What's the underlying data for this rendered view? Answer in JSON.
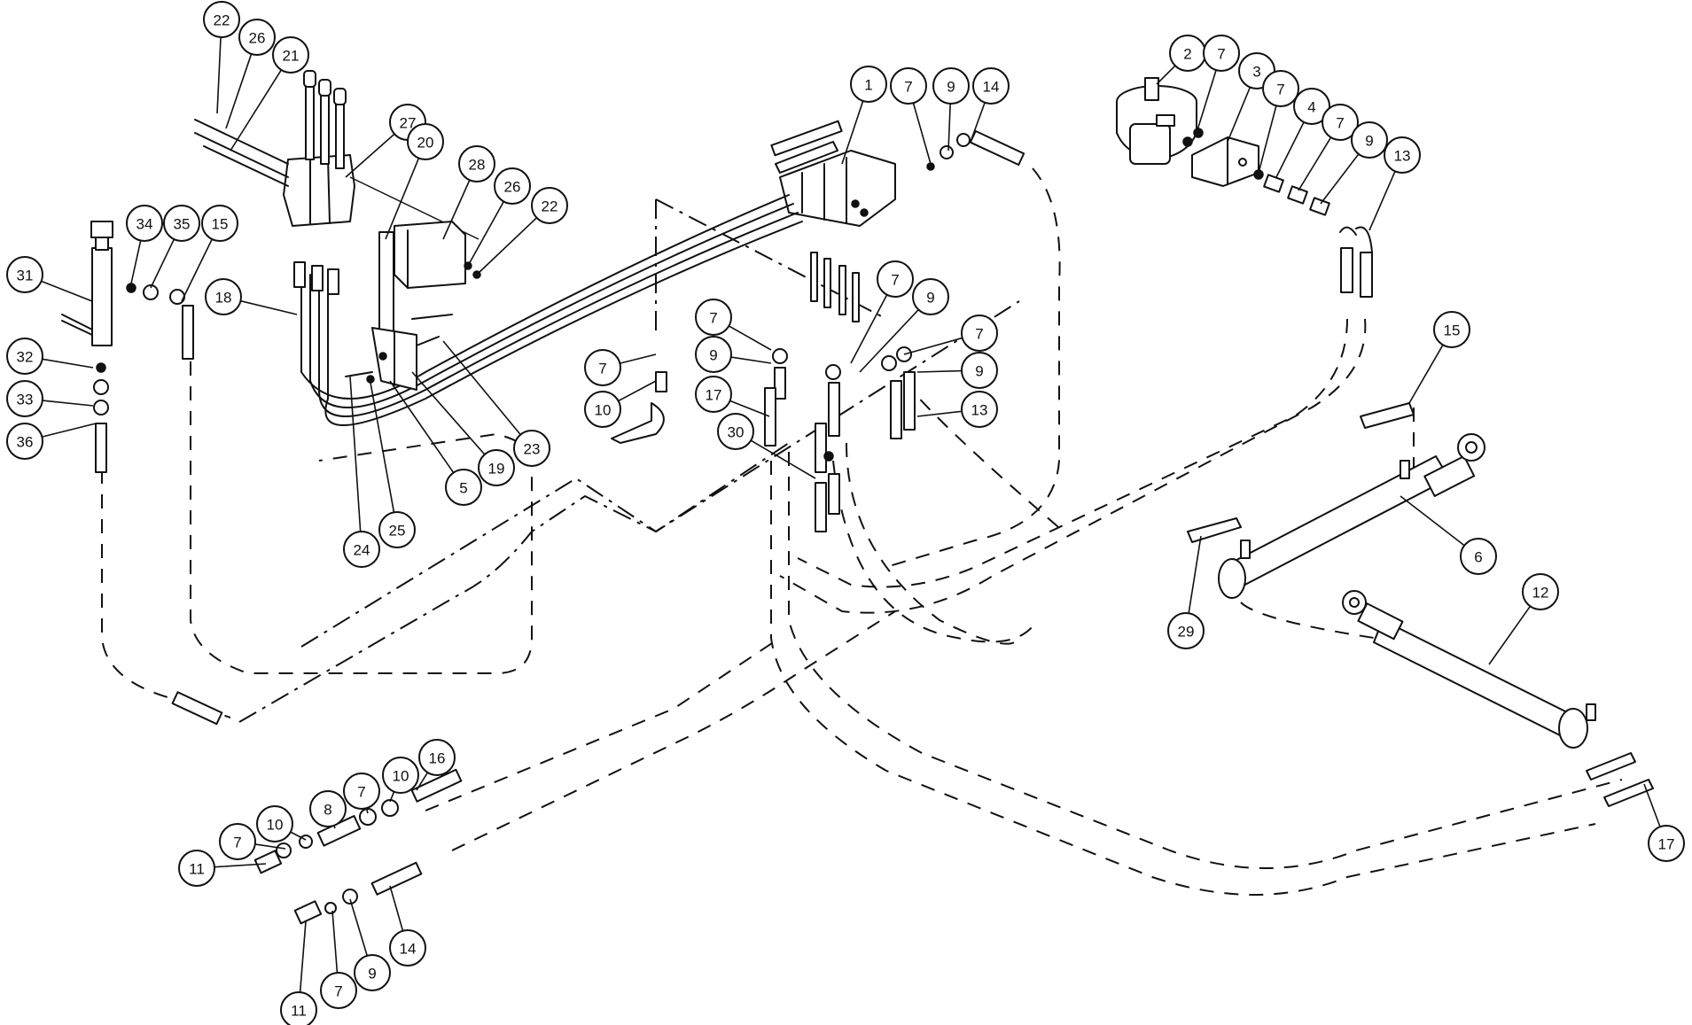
{
  "diagram": {
    "callouts": [
      {
        "id": "c-22a",
        "label": "22"
      },
      {
        "id": "c-26a",
        "label": "26"
      },
      {
        "id": "c-21",
        "label": "21"
      },
      {
        "id": "c-27",
        "label": "27"
      },
      {
        "id": "c-20",
        "label": "20"
      },
      {
        "id": "c-28",
        "label": "28"
      },
      {
        "id": "c-26b",
        "label": "26"
      },
      {
        "id": "c-22b",
        "label": "22"
      },
      {
        "id": "c-1",
        "label": "1"
      },
      {
        "id": "c-7a",
        "label": "7"
      },
      {
        "id": "c-9a",
        "label": "9"
      },
      {
        "id": "c-14a",
        "label": "14"
      },
      {
        "id": "c-2",
        "label": "2"
      },
      {
        "id": "c-7b",
        "label": "7"
      },
      {
        "id": "c-3",
        "label": "3"
      },
      {
        "id": "c-7c",
        "label": "7"
      },
      {
        "id": "c-4",
        "label": "4"
      },
      {
        "id": "c-7d",
        "label": "7"
      },
      {
        "id": "c-9b",
        "label": "9"
      },
      {
        "id": "c-13a",
        "label": "13"
      },
      {
        "id": "c-34",
        "label": "34"
      },
      {
        "id": "c-35",
        "label": "35"
      },
      {
        "id": "c-15a",
        "label": "15"
      },
      {
        "id": "c-31",
        "label": "31"
      },
      {
        "id": "c-18",
        "label": "18"
      },
      {
        "id": "c-32",
        "label": "32"
      },
      {
        "id": "c-33",
        "label": "33"
      },
      {
        "id": "c-36",
        "label": "36"
      },
      {
        "id": "c-7e",
        "label": "7"
      },
      {
        "id": "c-10a",
        "label": "10"
      },
      {
        "id": "c-7f",
        "label": "7"
      },
      {
        "id": "c-9c",
        "label": "9"
      },
      {
        "id": "c-17a",
        "label": "17"
      },
      {
        "id": "c-30",
        "label": "30"
      },
      {
        "id": "c-7g",
        "label": "7"
      },
      {
        "id": "c-9d",
        "label": "9"
      },
      {
        "id": "c-7h",
        "label": "7"
      },
      {
        "id": "c-9e",
        "label": "9"
      },
      {
        "id": "c-13b",
        "label": "13"
      },
      {
        "id": "c-5",
        "label": "5"
      },
      {
        "id": "c-19",
        "label": "19"
      },
      {
        "id": "c-23",
        "label": "23"
      },
      {
        "id": "c-24",
        "label": "24"
      },
      {
        "id": "c-25",
        "label": "25"
      },
      {
        "id": "c-15b",
        "label": "15"
      },
      {
        "id": "c-6",
        "label": "6"
      },
      {
        "id": "c-29",
        "label": "29"
      },
      {
        "id": "c-12",
        "label": "12"
      },
      {
        "id": "c-17b",
        "label": "17"
      },
      {
        "id": "c-16",
        "label": "16"
      },
      {
        "id": "c-10b",
        "label": "10"
      },
      {
        "id": "c-7i",
        "label": "7"
      },
      {
        "id": "c-8",
        "label": "8"
      },
      {
        "id": "c-10c",
        "label": "10"
      },
      {
        "id": "c-7j",
        "label": "7"
      },
      {
        "id": "c-11a",
        "label": "11"
      },
      {
        "id": "c-14b",
        "label": "14"
      },
      {
        "id": "c-9f",
        "label": "9"
      },
      {
        "id": "c-7k",
        "label": "7"
      },
      {
        "id": "c-11b",
        "label": "11"
      }
    ]
  }
}
